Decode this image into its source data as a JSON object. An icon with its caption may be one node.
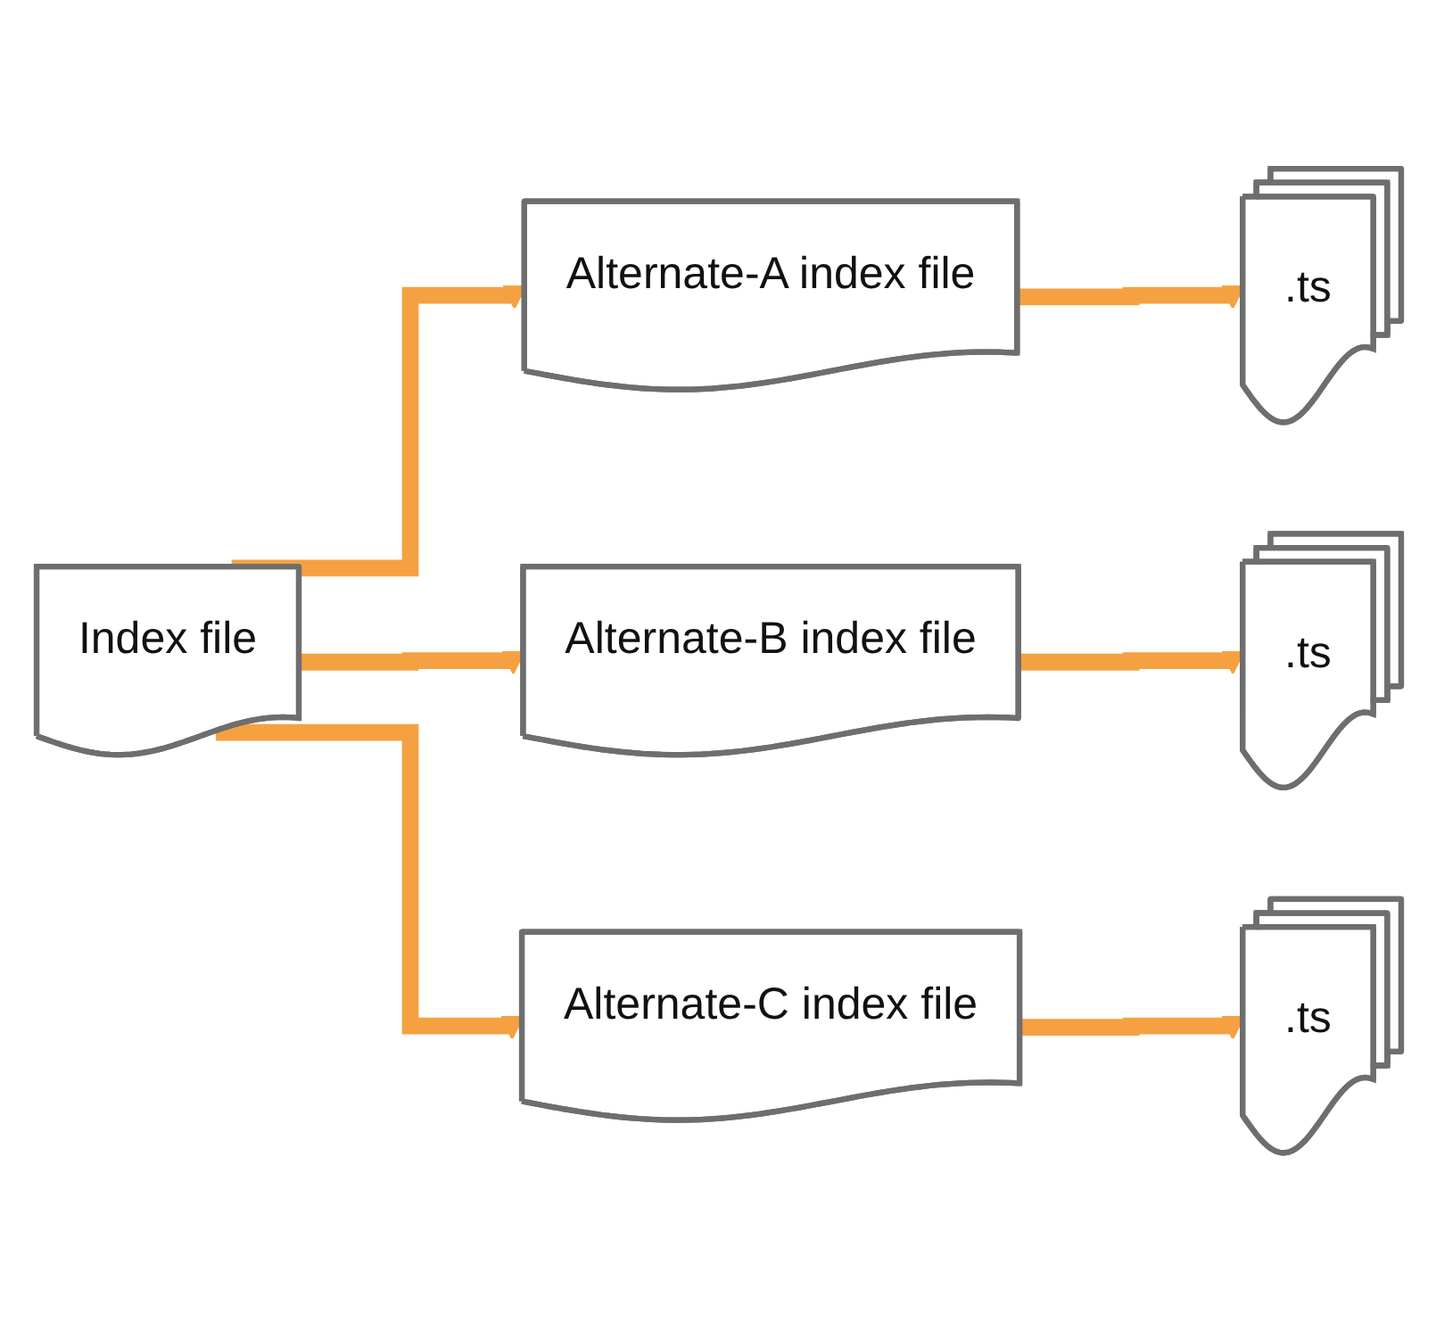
{
  "diagram": {
    "nodes": [
      {
        "text": [
          "Index file"
        ]
      },
      {
        "text": [
          "Alternate-A index file"
        ]
      },
      {
        "text": [
          "Alternate-B index file"
        ]
      },
      {
        "text": [
          "Alternate-C index file"
        ]
      },
      {
        "text": [
          ".ts"
        ]
      },
      {
        "text": [
          ".ts"
        ]
      },
      {
        "text": [
          ".ts"
        ]
      }
    ],
    "edges": [
      {
        "from": 0,
        "to": 1,
        "arrow": "to"
      },
      {
        "from": 0,
        "to": 2,
        "arrow": "to"
      },
      {
        "from": 0,
        "to": 3,
        "arrow": "to"
      },
      {
        "from": 1,
        "to": 4,
        "arrow": "to"
      },
      {
        "from": 2,
        "to": 5,
        "arrow": "to"
      },
      {
        "from": 3,
        "to": 6,
        "arrow": "to"
      }
    ]
  }
}
